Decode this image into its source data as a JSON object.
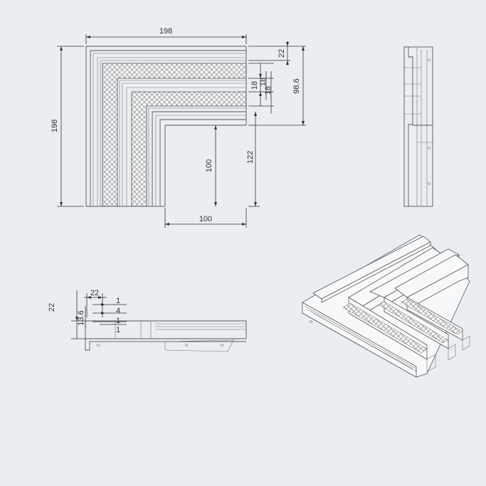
{
  "top_view": {
    "dim_width_top": "198",
    "dim_height_left": "198",
    "dim_22": "22",
    "dim_98_6": "98.6",
    "dim_18a": "18",
    "dim_18b": "18",
    "dim_18c": "18",
    "dim_100_vertical": "100",
    "dim_122": "122",
    "dim_100_bottom": "100"
  },
  "section_view": {
    "dim_22_left": "22",
    "dim_22_top": "22",
    "dim_13_6": "13.6",
    "dim_1a": "1",
    "dim_4": "4",
    "dim_1b": "1",
    "dim_1c": "1"
  },
  "colors": {
    "background": "#e9eef2",
    "line": "#555555",
    "mesh": "#8a8a8a"
  }
}
